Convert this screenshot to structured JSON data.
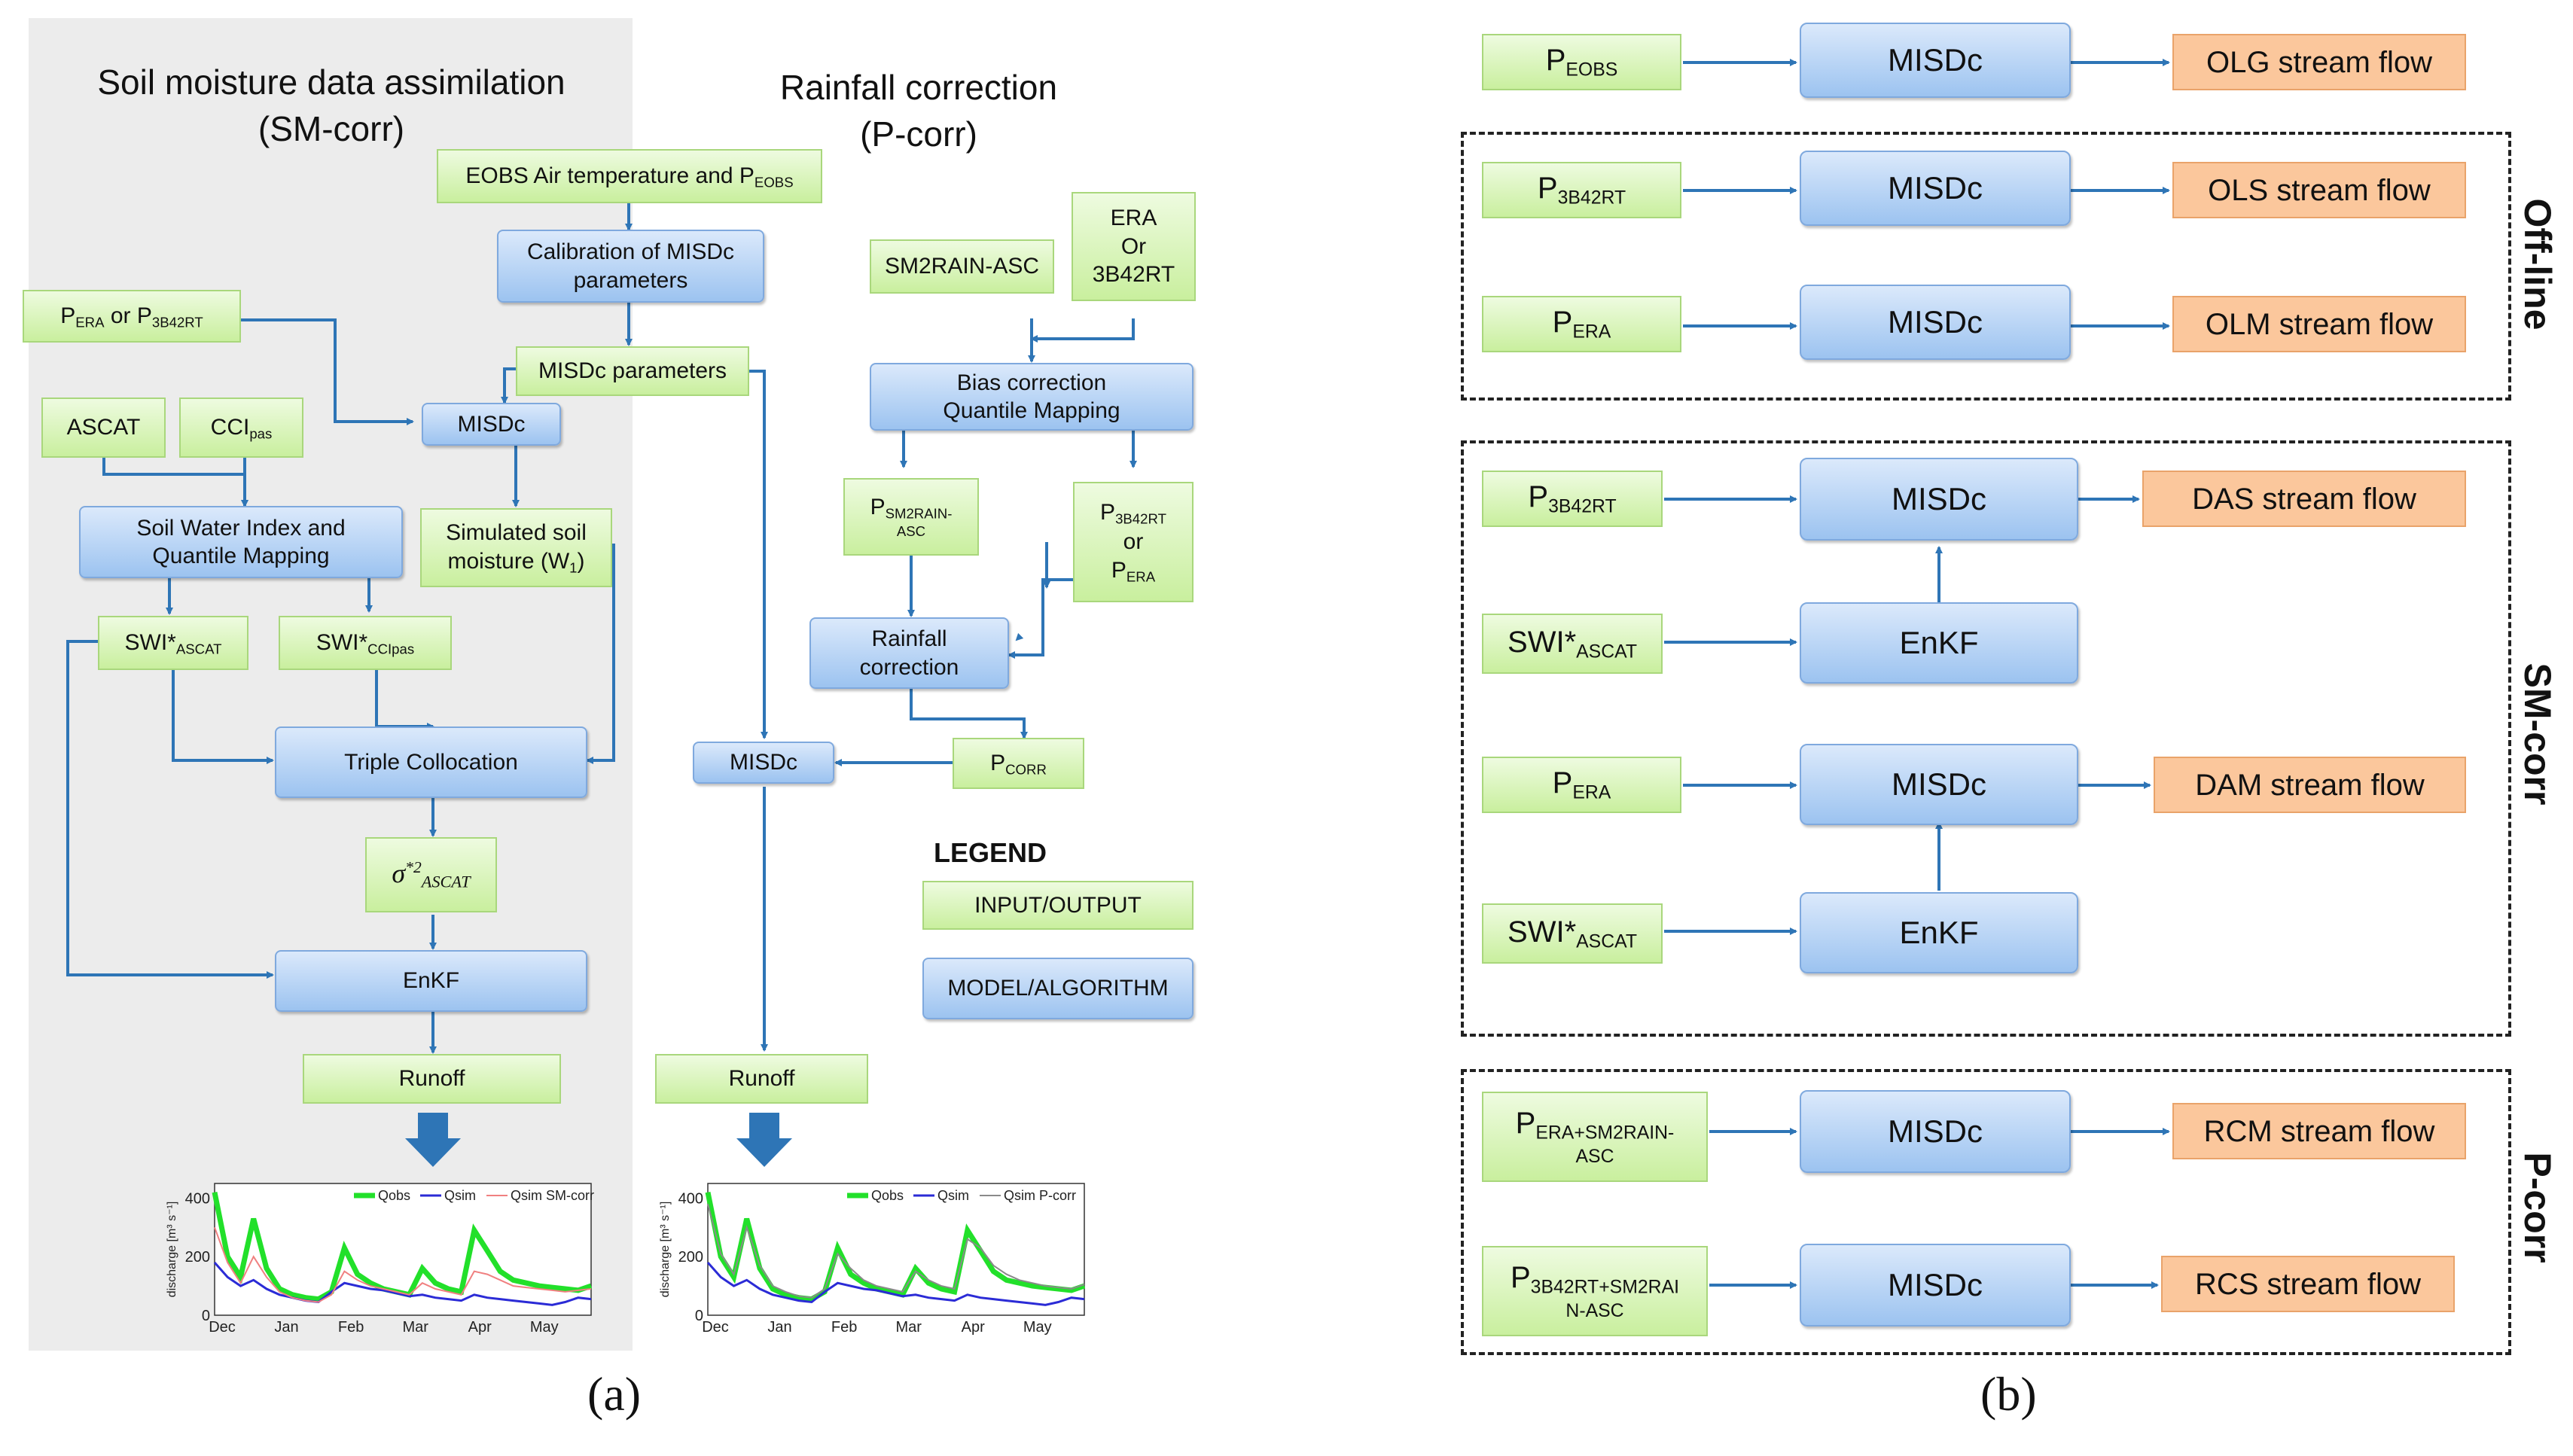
{
  "panel_a": {
    "label": "(a)",
    "title_sm": [
      "Soil moisture data assimilation",
      "(SM-corr)"
    ],
    "title_p": [
      "Rainfall correction",
      "(P-corr)"
    ],
    "eobs": {
      "text": "EOBS Air temperature and P",
      "sub": "EOBS"
    },
    "calibration": [
      "Calibration of MISDc",
      "parameters"
    ],
    "misdc_params": "MISDc parameters",
    "p_era_or": {
      "p": "P",
      "sub1": "ERA",
      "or": " or P",
      "sub2": "3B42RT"
    },
    "ascat": "ASCAT",
    "cci": {
      "text": "CCI",
      "sub": "pas"
    },
    "misdc": "MISDc",
    "swi_qm": [
      "Soil Water Index and",
      "Quantile Mapping"
    ],
    "simulated": [
      "Simulated soil",
      "moisture (W",
      "1",
      ")"
    ],
    "swi_ascat": {
      "text": "SWI*",
      "sub": "ASCAT"
    },
    "swi_cci": {
      "text": "SWI*",
      "sub": "CCIpas"
    },
    "triple": "Triple Collocation",
    "sigma": {
      "text": "σ",
      "sup": "*2",
      "sub": "ASCAT"
    },
    "enkf": "EnKF",
    "runoff": "Runoff",
    "sm2rain": "SM2RAIN-ASC",
    "era_or": [
      "ERA",
      "Or",
      "3B42RT"
    ],
    "bias": [
      "Bias correction",
      "Quantile Mapping"
    ],
    "p_sm2rain": {
      "p": "P",
      "sub": "SM2RAIN-",
      "sub2": "ASC"
    },
    "p_3b_or_era": {
      "p": "P",
      "sub": "3B42RT",
      "or": "or",
      "p2": "P",
      "sub2": "ERA"
    },
    "rainfall_corr": [
      "Rainfall",
      "correction"
    ],
    "pcorr": {
      "p": "P",
      "sub": "CORR"
    },
    "misdc_r": "MISDc",
    "runoff_r": "Runoff",
    "legend_title": "LEGEND",
    "legend_io": "INPUT/OUTPUT",
    "legend_model": "MODEL/ALGORITHM"
  },
  "panel_b": {
    "label": "(b)",
    "groups": [
      "Off-line",
      "SM-corr",
      "P-corr"
    ],
    "misdc": "MISDc",
    "enkf": "EnKF",
    "rows": {
      "olg": {
        "p": "P",
        "sub": "EOBS",
        "out": "OLG stream flow"
      },
      "ols": {
        "p": "P",
        "sub": "3B42RT",
        "out": "OLS stream flow"
      },
      "olm": {
        "p": "P",
        "sub": "ERA",
        "out": "OLM stream flow"
      },
      "das": {
        "p": "P",
        "sub": "3B42RT",
        "swi": "SWI*",
        "swisub": "ASCAT",
        "out": "DAS stream flow"
      },
      "dam": {
        "p": "P",
        "sub": "ERA",
        "swi": "SWI*",
        "swisub": "ASCAT",
        "out": "DAM stream flow"
      },
      "rcm": {
        "p": "P",
        "sub": "ERA+SM2RAIN-",
        "sub2": "ASC",
        "out": "RCM stream flow"
      },
      "rcs": {
        "p": "P",
        "sub": "3B42RT+SM2RAI",
        "sub2": "N-ASC",
        "out": "RCS stream flow"
      }
    }
  },
  "chart_data": [
    {
      "type": "line",
      "ylabel": "discharge [m³ s⁻¹]",
      "x_ticks": [
        "Dec",
        "Jan",
        "Feb",
        "Mar",
        "Apr",
        "May"
      ],
      "y_ticks": [
        "0",
        "200",
        "400"
      ],
      "ylim": [
        0,
        450
      ],
      "legend_position": "top-right",
      "series": [
        {
          "name": "Qobs",
          "color": "#22e02a",
          "values": [
            420,
            200,
            130,
            330,
            160,
            90,
            70,
            60,
            55,
            80,
            230,
            140,
            110,
            90,
            80,
            70,
            160,
            110,
            90,
            80,
            290,
            220,
            150,
            120,
            110,
            100,
            95,
            90,
            85,
            100
          ]
        },
        {
          "name": "Qsim",
          "color": "#2b2bd6",
          "values": [
            180,
            130,
            100,
            120,
            90,
            70,
            60,
            50,
            45,
            80,
            110,
            100,
            90,
            85,
            75,
            65,
            70,
            60,
            55,
            50,
            70,
            60,
            55,
            50,
            45,
            40,
            35,
            45,
            60,
            55
          ]
        },
        {
          "name": "Qsim SM-corr",
          "color": "#f08080",
          "values": [
            300,
            180,
            110,
            200,
            130,
            80,
            60,
            50,
            45,
            70,
            150,
            120,
            100,
            90,
            80,
            70,
            110,
            90,
            80,
            70,
            150,
            140,
            120,
            100,
            95,
            90,
            85,
            80,
            85,
            90
          ]
        }
      ]
    },
    {
      "type": "line",
      "ylabel": "discharge [m³ s⁻¹]",
      "x_ticks": [
        "Dec",
        "Jan",
        "Feb",
        "Mar",
        "Apr",
        "May"
      ],
      "y_ticks": [
        "0",
        "200",
        "400"
      ],
      "ylim": [
        0,
        450
      ],
      "legend_position": "top-right",
      "series": [
        {
          "name": "Qobs",
          "color": "#22e02a",
          "values": [
            420,
            200,
            130,
            330,
            160,
            90,
            70,
            60,
            55,
            80,
            230,
            140,
            110,
            90,
            80,
            70,
            160,
            110,
            90,
            80,
            290,
            220,
            150,
            120,
            110,
            100,
            95,
            90,
            85,
            100
          ]
        },
        {
          "name": "Qsim",
          "color": "#2b2bd6",
          "values": [
            180,
            130,
            100,
            120,
            90,
            70,
            60,
            50,
            45,
            80,
            110,
            100,
            90,
            85,
            75,
            65,
            70,
            60,
            55,
            50,
            70,
            60,
            55,
            50,
            45,
            40,
            35,
            45,
            60,
            55
          ]
        },
        {
          "name": "Qsim P-corr",
          "color": "#8a8a8a",
          "values": [
            380,
            210,
            140,
            300,
            170,
            100,
            80,
            65,
            60,
            90,
            210,
            160,
            120,
            100,
            90,
            80,
            150,
            120,
            100,
            90,
            260,
            230,
            170,
            140,
            120,
            110,
            100,
            95,
            90,
            105
          ]
        }
      ]
    }
  ]
}
